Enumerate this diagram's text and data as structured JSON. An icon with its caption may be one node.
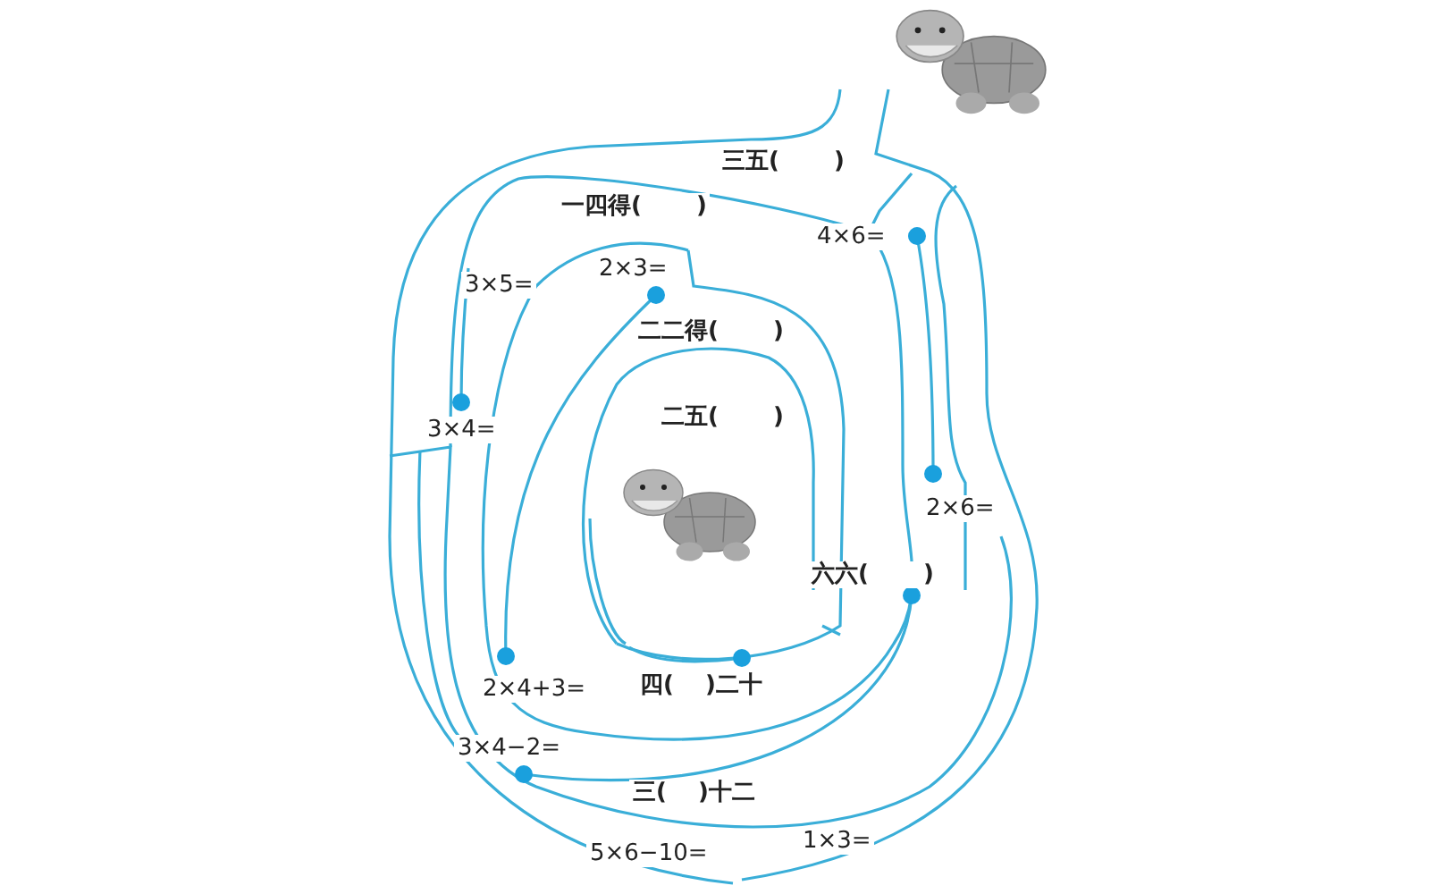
{
  "diagram": {
    "labels": [
      "三五(　　 )",
      "一四得(　　 )",
      "4×6=",
      "3×5=",
      "2×3=",
      "二二得(　　 )",
      "3×4=",
      "二五(　　 )",
      "2×6=",
      "六六(　　 )",
      "2×4+3=",
      "四(　 )二十",
      "3×4−2=",
      "三(　 )十二",
      "1×3=",
      "5×6−10="
    ]
  }
}
